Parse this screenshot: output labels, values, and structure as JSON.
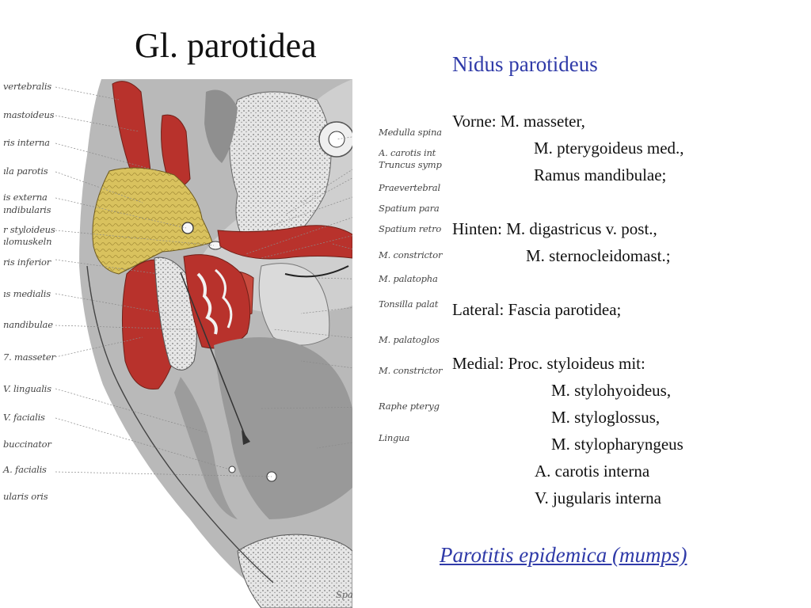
{
  "slide": {
    "title": "Gl. parotidea",
    "heading": "Nidus parotideus",
    "lines": [
      "Vorne:   M. masseter,",
      "M. pterygoideus med.,",
      "Ramus mandibulae;",
      "Hinten: M. digastricus v. post.,",
      "M. sternocleidomast.;",
      "Lateral:  Fascia parotidea;",
      "Medial:  Proc. styloideus mit:",
      "M. stylohyoideus,",
      "M. styloglossus,",
      "M. stylopharyngeus",
      "A. carotis interna",
      "V. jugularis interna"
    ],
    "footer": "Parotitis epidemica (mumps)"
  },
  "figure": {
    "left_labels": [
      "vertebralis",
      "mastoideus",
      "ris interna",
      "ıla parotis",
      "is externa",
      "ındibularis",
      "r styloideus",
      "ılomuskeln",
      "ris inferior",
      "ıs medialis",
      "nandibulae",
      "7. masseter",
      "V. lingualis",
      "V. facialis",
      "buccinator",
      "A. facialis",
      "ularis oris"
    ],
    "right_labels": [
      "Medulla spina",
      "A. carotis int",
      "Truncus symp",
      "Praevertebral",
      "Spatium para",
      "Spatium retro",
      "M. constrictor",
      "M. palatopha",
      "Tonsilla palat",
      "M. palatoglos",
      "M. constrictor",
      "Raphe pteryg",
      "Lingua"
    ],
    "signature": "Spa"
  },
  "colors": {
    "heading_blue": "#2f3aa8",
    "muscle_red": "#b8322c",
    "gland_yellow": "#d9c25e",
    "tissue_gray": "#a9a9a9"
  }
}
